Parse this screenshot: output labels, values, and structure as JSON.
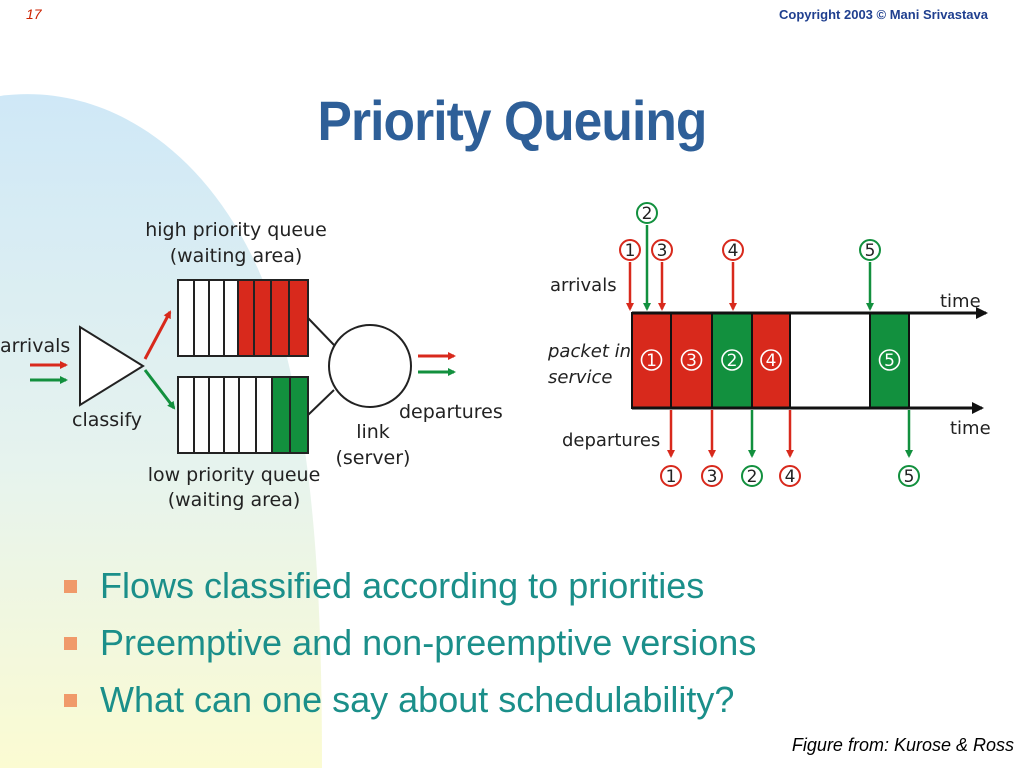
{
  "header": {
    "slide_number": "17",
    "copyright": "Copyright 2003 © Mani Srivastava"
  },
  "title": "Priority Queuing",
  "left_diagram": {
    "high_queue_line1": "high priority queue",
    "high_queue_line2": "(waiting area)",
    "arrivals": "arrivals",
    "classify": "classify",
    "link_line1": "link",
    "link_line2": "(server)",
    "departures": "departures",
    "low_queue_line1": "low priority queue",
    "low_queue_line2": "(waiting area)"
  },
  "timeline": {
    "arrivals": "arrivals",
    "time_top": "time",
    "service_line1": "packet in",
    "service_line2": "service",
    "departures": "departures",
    "time_bottom": "time",
    "arrival_packets": [
      {
        "id": "1",
        "priority": "high"
      },
      {
        "id": "2",
        "priority": "low"
      },
      {
        "id": "3",
        "priority": "high"
      },
      {
        "id": "4",
        "priority": "high"
      },
      {
        "id": "5",
        "priority": "low"
      }
    ],
    "service_packets": [
      {
        "id": "1",
        "priority": "high"
      },
      {
        "id": "3",
        "priority": "high"
      },
      {
        "id": "2",
        "priority": "low"
      },
      {
        "id": "4",
        "priority": "high"
      },
      {
        "id": "5",
        "priority": "low"
      }
    ],
    "departure_packets": [
      {
        "id": "1",
        "priority": "high"
      },
      {
        "id": "3",
        "priority": "high"
      },
      {
        "id": "2",
        "priority": "low"
      },
      {
        "id": "4",
        "priority": "high"
      },
      {
        "id": "5",
        "priority": "low"
      }
    ]
  },
  "bullets": [
    "Flows classified according to priorities",
    "Preemptive and non-preemptive versions",
    "What can one say about schedulability?"
  ],
  "credit": "Figure from: Kurose & Ross",
  "colors": {
    "high_priority": "#d8291c",
    "low_priority": "#12903e",
    "title": "#2e5f98",
    "bullet_text": "#1b8f8a",
    "bullet_marker": "#f09a6a"
  }
}
